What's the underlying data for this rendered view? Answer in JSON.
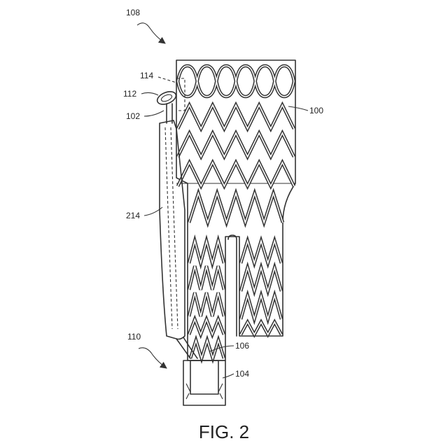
{
  "figure": {
    "caption": "FIG. 2",
    "labels": {
      "l108": "108",
      "l114": "114",
      "l112": "112",
      "l102": "102",
      "l100": "100",
      "l214": "214",
      "l110": "110",
      "l106": "106",
      "l104": "104"
    }
  }
}
